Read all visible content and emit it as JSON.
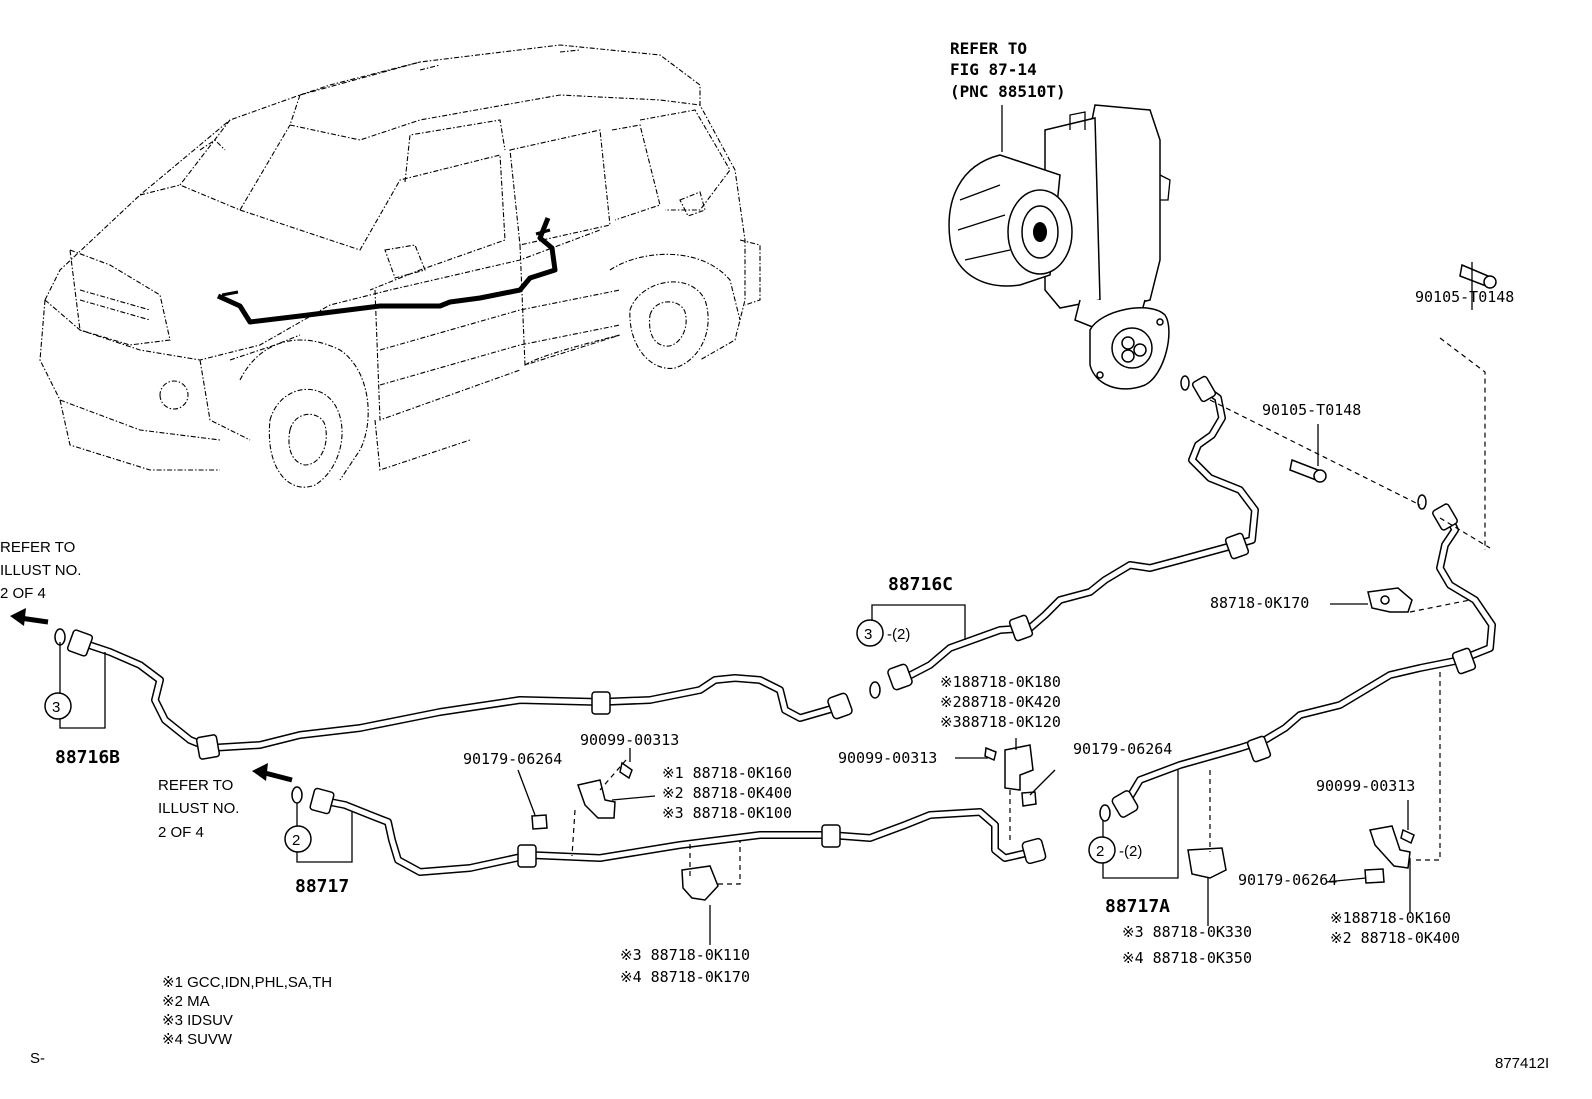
{
  "header_ref": {
    "line1": "REFER TO",
    "line2": "FIG 87-14",
    "line3": "(PNC 88510T)"
  },
  "left_ref": {
    "line1": "REFER TO",
    "line2": "ILLUST NO.",
    "line3": "2 OF 4"
  },
  "mid_ref": {
    "line1": "REFER TO",
    "line2": "ILLUST NO.",
    "line3": "2 OF 4"
  },
  "parts": {
    "p88716C": "88716C",
    "p88716B": "88716B",
    "p88717": "88717",
    "p88717A": "88717A",
    "bolt_top": "90105-T0148",
    "bolt_mid": "90105-T0148",
    "clamp_right": "88718-0K170",
    "clamp_center_1": "※188718-0K180",
    "clamp_center_2": "※288718-0K420",
    "clamp_center_3": "※388718-0K120",
    "screw_center": "90099-00313",
    "nut_center": "90179-06264",
    "screw_left": "90099-00313",
    "nut_left": "90179-06264",
    "clamp_left_1": "※1 88718-0K160",
    "clamp_left_2": "※2 88718-0K400",
    "clamp_left_3": "※3 88718-0K100",
    "clamp_bottom_3": "※3 88718-0K110",
    "clamp_bottom_4": "※4 88718-0K170",
    "clamp_bottomr_3": "※3  88718-0K330",
    "clamp_bottomr_4": "※4  88718-0K350",
    "screw_right": "90099-00313",
    "nut_right": "90179-06264",
    "clamp_far_1": "※188718-0K160",
    "clamp_far_2": "※2 88718-0K400"
  },
  "callouts": {
    "c3_left": "3",
    "c3_top": "3",
    "c3_top_qty": "-(2)",
    "c2_left": "2",
    "c2_right": "2",
    "c2_right_qty": "-(2)"
  },
  "legend": [
    "※1 GCC,IDN,PHL,SA,TH",
    "※2 MA",
    "※3 IDSUV",
    "※4 SUVW"
  ],
  "corner_left": "S-",
  "figure_id": "877412I"
}
